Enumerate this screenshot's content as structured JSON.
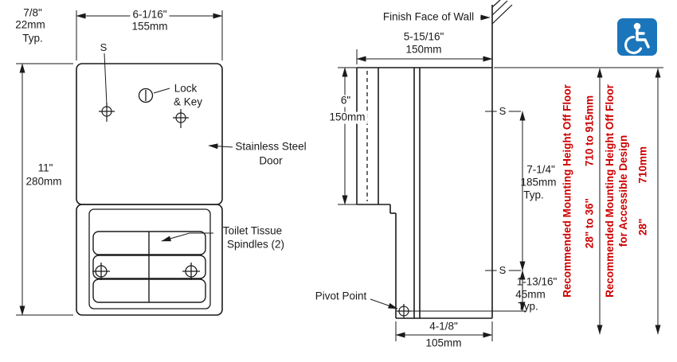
{
  "colors": {
    "line": "#1a1a1a",
    "red": "#cc0000",
    "blue": "#1b75bb",
    "bg": "#ffffff"
  },
  "front_view": {
    "offset": {
      "inches": "7/8\"",
      "mm": "22mm",
      "typ": "Typ."
    },
    "width": {
      "inches": "6-1/16\"",
      "mm": "155mm"
    },
    "height": {
      "inches": "11\"",
      "mm": "280mm"
    },
    "screw_mark": "S",
    "lock_label": {
      "line1": "Lock",
      "line2": "& Key"
    },
    "door_label": {
      "line1": "Stainless Steel",
      "line2": "Door"
    },
    "spindles_label": {
      "line1": "Toilet Tissue",
      "line2": "Spindles (2)"
    }
  },
  "side_view": {
    "wall_label": "Finish Face of Wall",
    "depth_top": {
      "inches": "5-15/16\"",
      "mm": "150mm"
    },
    "upper_height": {
      "inches": "6\"",
      "mm": "150mm"
    },
    "screw_mark_top": "S",
    "screw_mark_bottom": "S",
    "screw_spacing": {
      "inches": "7-1/4\"",
      "mm": "185mm",
      "typ": "Typ."
    },
    "pivot_offset": {
      "inches": "1-13/16\"",
      "mm": "45mm",
      "typ": "Typ."
    },
    "pivot_label": "Pivot Point",
    "depth_bottom": {
      "inches": "4-1/8\"",
      "mm": "105mm"
    }
  },
  "mounting": {
    "standard_label": "Recommended Mounting Height Off Floor",
    "standard_range_in": "28\" to 36\"",
    "standard_range_mm": "710 to 915mm",
    "accessible_label_line1": "Recommended Mounting Height Off Floor",
    "accessible_label_line2": "for Accessible Design",
    "accessible_height_in": "28\"",
    "accessible_height_mm": "710mm"
  },
  "icons": {
    "accessibility": "wheelchair-accessibility-icon"
  }
}
